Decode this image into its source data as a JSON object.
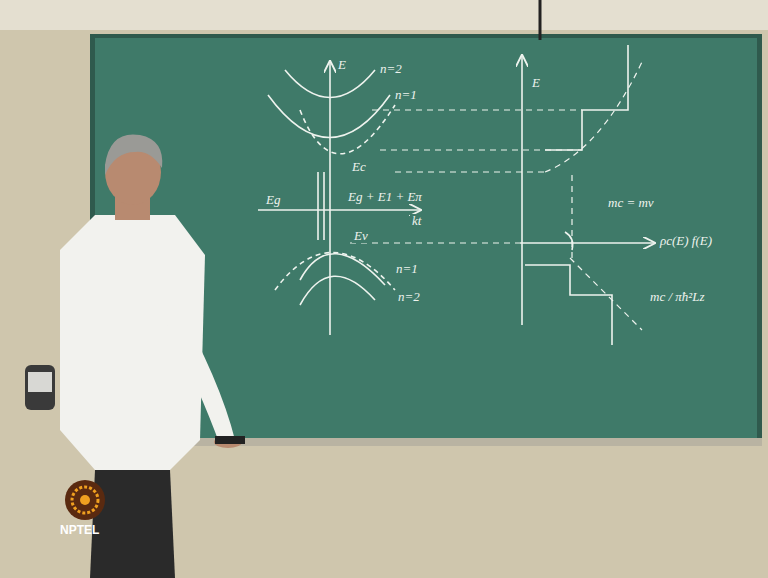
{
  "diagram": {
    "labels": [
      "E",
      "E",
      "n=2",
      "n=1",
      "Ec",
      "Eg",
      "Eg + E1 + Eπ",
      "kt",
      "Ev",
      "n=1",
      "n=2",
      "ρc(E) f(E)",
      "mc = mv",
      "mc / πħ²Lz",
      "NPTEL"
    ]
  }
}
